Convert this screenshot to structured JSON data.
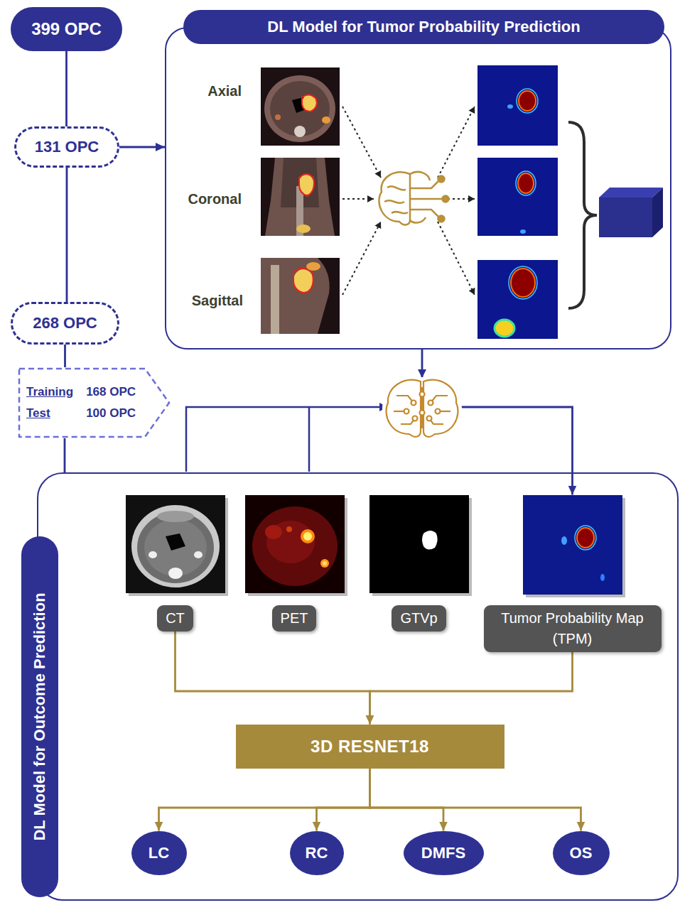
{
  "diagram": {
    "nodes": [
      {
        "text": [
          "399 OPC"
        ]
      },
      {
        "text": [
          "131 OPC"
        ]
      },
      {
        "text": [
          "268 OPC"
        ]
      },
      {
        "text": [
          "Training",
          "168 OPC",
          "Test",
          "100 OPC"
        ]
      },
      {
        "text": [
          "DL Model for Tumor Probability Prediction"
        ]
      },
      {
        "text": [
          "DL Model for Outcome Prediction"
        ]
      },
      {
        "text": [
          "CT"
        ],
        "in": 5
      },
      {
        "text": [
          "PET"
        ],
        "in": 5
      },
      {
        "text": [
          "GTVp"
        ],
        "in": 5
      },
      {
        "text": [
          "Tumor Probability Map (TPM)"
        ],
        "in": 5
      },
      {
        "text": [
          "3D RESNET18"
        ],
        "in": 5
      },
      {
        "text": [
          "LC"
        ],
        "in": 5
      },
      {
        "text": [
          "RC"
        ],
        "in": 5
      },
      {
        "text": [
          "DMFS"
        ],
        "in": 5
      },
      {
        "text": [
          "OS"
        ],
        "in": 5
      }
    ],
    "edges": [
      {
        "from": 0,
        "to": 1,
        "arrow": "none"
      },
      {
        "from": 1,
        "to": 2,
        "arrow": "none"
      },
      {
        "from": 1,
        "to": 4,
        "arrow": "to"
      },
      {
        "from": 2,
        "to": 3,
        "arrow": "none"
      },
      {
        "from": 3,
        "to": 5,
        "arrow": "none"
      },
      {
        "from": 4,
        "to": 9,
        "arrow": "to"
      },
      {
        "from": 6,
        "to": 10,
        "arrow": "to"
      },
      {
        "from": 9,
        "to": 10,
        "arrow": "to"
      },
      {
        "from": 10,
        "to": 11,
        "arrow": "to"
      },
      {
        "from": 10,
        "to": 12,
        "arrow": "to"
      },
      {
        "from": 10,
        "to": 13,
        "arrow": "to"
      },
      {
        "from": 10,
        "to": 14,
        "arrow": "to"
      }
    ],
    "labels": [
      "Axial",
      "Coronal",
      "Sagittal"
    ]
  }
}
